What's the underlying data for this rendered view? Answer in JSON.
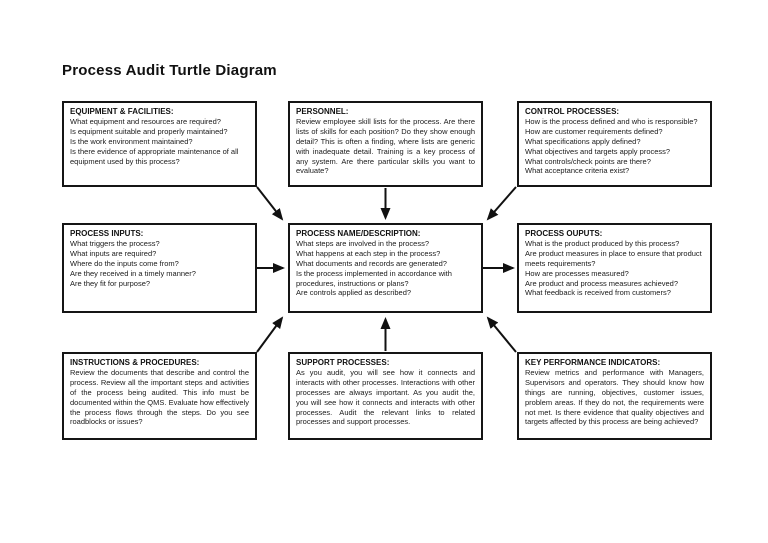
{
  "title": "Process Audit Turtle Diagram",
  "colors": {
    "background": "#ffffff",
    "box_border": "#151515",
    "text": "#1a1a1a",
    "arrow": "#111111"
  },
  "boxes": {
    "equipment": {
      "title": "EQUIPMENT & FACILITIES:",
      "lines": [
        "What equipment and resources are required?",
        "Is equipment suitable and properly maintained?",
        "Is the work environment maintained?",
        "Is there evidence of appropriate maintenance of all equipment used by this process?"
      ]
    },
    "personnel": {
      "title": "PERSONNEL:",
      "paragraph": "Review employee skill lists for the process. Are there lists of skills for each position? Do they show enough detail? This is often a finding, where lists are generic with inadequate detail. Training is a key process of any system. Are there particular skills you want to evaluate?"
    },
    "control": {
      "title": "CONTROL PROCESSES:",
      "lines": [
        "How is the process defined and who is responsible?",
        "How are customer requirements defined?",
        "What specifications apply defined?",
        "What objectives and targets apply process?",
        "What controls/check points are there?",
        "What acceptance criteria exist?"
      ]
    },
    "inputs": {
      "title": "PROCESS INPUTS:",
      "lines": [
        "What triggers the process?",
        "What inputs are required?",
        "Where do the inputs come from?",
        "Are they received in a timely manner?",
        "Are they fit for purpose?"
      ]
    },
    "process": {
      "title": "PROCESS NAME/DESCRIPTION:",
      "lines": [
        "What steps are involved in the process?",
        "What happens at each step in the process?",
        "What documents and records are generated?",
        "Is the process implemented in accordance with procedures, instructions or plans?",
        "Are controls applied as described?"
      ]
    },
    "outputs": {
      "title": "PROCESS OUPUTS:",
      "lines": [
        "What is the product produced by this process?",
        "Are product measures in place to ensure that product meets requirements?",
        "How are processes measured?",
        "Are product and process measures achieved?",
        "What feedback is received from customers?"
      ]
    },
    "instructions": {
      "title": "INSTRUCTIONS & PROCEDURES:",
      "paragraph": "Review the documents that describe and control the process. Review all the important steps and activities of the process being audited. This info must be documented within the QMS. Evaluate how effectively the process flows through the steps. Do you see roadblocks or issues?"
    },
    "support": {
      "title": "SUPPORT PROCESSES:",
      "paragraph": "As you audit, you will see how it connects and interacts with other processes. Interactions with other processes are always important. As you audit the, you will see how it connects and interacts with other processes. Audit the relevant links to related processes and support processes."
    },
    "kpi": {
      "title": "KEY PERFORMANCE INDICATORS:",
      "paragraph": "Review metrics and performance with Managers, Supervisors and operators. They should know how things are running, objectives, customer issues, problem areas. If they do not, the requirements were not met. Is there evidence that quality objectives and targets affected by this process are being achieved?"
    }
  },
  "connections": [
    {
      "from": "equipment",
      "to": "process"
    },
    {
      "from": "personnel",
      "to": "process"
    },
    {
      "from": "control",
      "to": "process"
    },
    {
      "from": "inputs",
      "to": "process"
    },
    {
      "from": "process",
      "to": "outputs"
    },
    {
      "from": "instructions",
      "to": "process"
    },
    {
      "from": "support",
      "to": "process"
    },
    {
      "from": "kpi",
      "to": "process"
    }
  ]
}
